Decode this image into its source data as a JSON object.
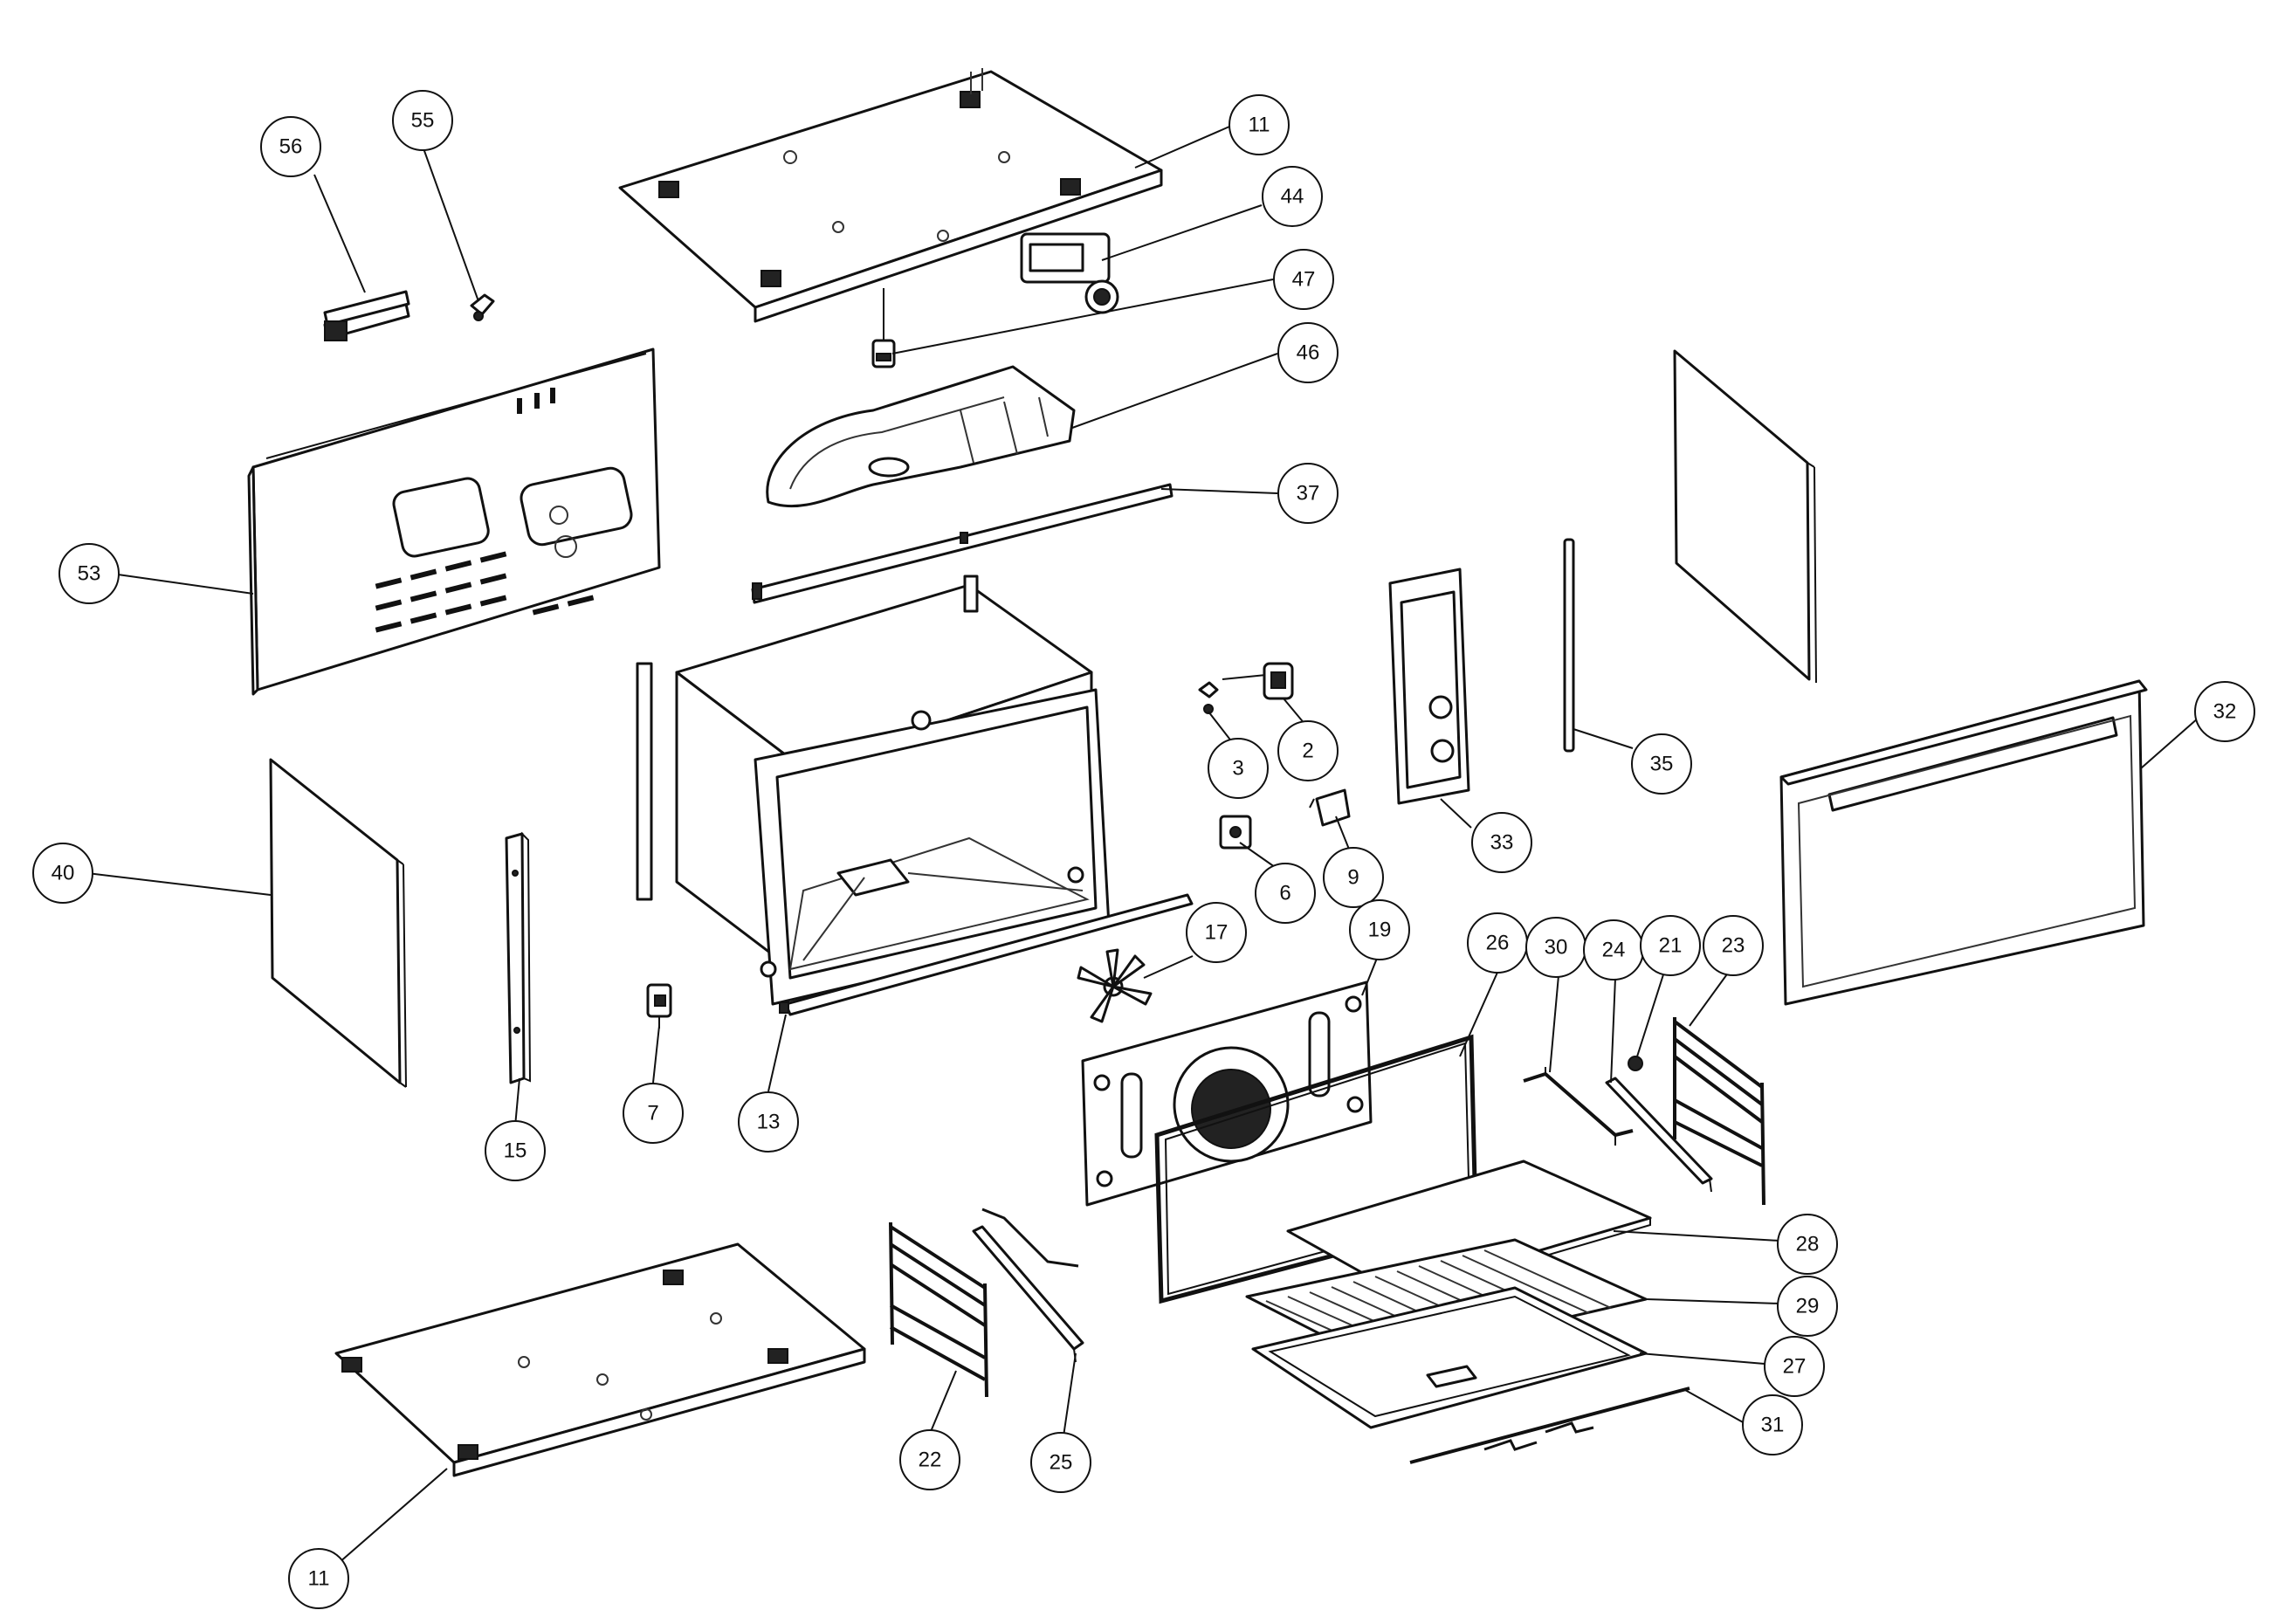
{
  "balloons": [
    {
      "id": "11",
      "label": "11"
    },
    {
      "id": "44",
      "label": "44"
    },
    {
      "id": "47",
      "label": "47"
    },
    {
      "id": "46",
      "label": "46"
    },
    {
      "id": "37",
      "label": "37"
    },
    {
      "id": "56",
      "label": "56"
    },
    {
      "id": "55",
      "label": "55"
    },
    {
      "id": "53",
      "label": "53"
    },
    {
      "id": "40",
      "label": "40"
    },
    {
      "id": "15",
      "label": "15"
    },
    {
      "id": "7",
      "label": "7"
    },
    {
      "id": "13",
      "label": "13"
    },
    {
      "id": "3",
      "label": "3"
    },
    {
      "id": "2",
      "label": "2"
    },
    {
      "id": "6",
      "label": "6"
    },
    {
      "id": "9",
      "label": "9"
    },
    {
      "id": "33",
      "label": "33"
    },
    {
      "id": "35",
      "label": "35"
    },
    {
      "id": "32",
      "label": "32"
    },
    {
      "id": "17",
      "label": "17"
    },
    {
      "id": "19",
      "label": "19"
    },
    {
      "id": "26",
      "label": "26"
    },
    {
      "id": "30",
      "label": "30"
    },
    {
      "id": "24",
      "label": "24"
    },
    {
      "id": "21",
      "label": "21"
    },
    {
      "id": "23",
      "label": "23"
    },
    {
      "id": "28",
      "label": "28"
    },
    {
      "id": "29",
      "label": "29"
    },
    {
      "id": "27",
      "label": "27"
    },
    {
      "id": "31",
      "label": "31"
    },
    {
      "id": "22",
      "label": "22"
    },
    {
      "id": "25",
      "label": "25"
    },
    {
      "id": "11b",
      "label": "11"
    }
  ],
  "colors": {
    "line": "#111111",
    "background": "#ffffff"
  }
}
